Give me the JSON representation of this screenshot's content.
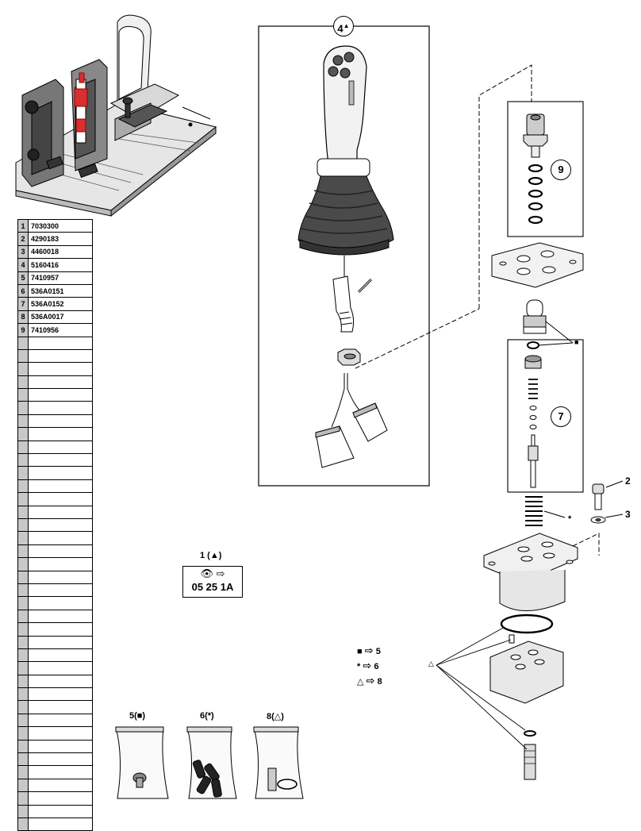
{
  "parts": [
    {
      "num": "1",
      "code": "7030300"
    },
    {
      "num": "2",
      "code": "4290183"
    },
    {
      "num": "3",
      "code": "4460018"
    },
    {
      "num": "4",
      "code": "5160416"
    },
    {
      "num": "5",
      "code": "7410957"
    },
    {
      "num": "6",
      "code": "536A0151"
    },
    {
      "num": "7",
      "code": "536A0152"
    },
    {
      "num": "8",
      "code": "536A0017"
    },
    {
      "num": "9",
      "code": "7410956"
    }
  ],
  "empty_rows": 38,
  "callouts": {
    "c4": "4",
    "c4_mark": "▲",
    "c9": "9",
    "c7": "7",
    "c2": "2",
    "c3": "3",
    "star": "*",
    "square_mark": "■",
    "triangle_mark": "△"
  },
  "sticker": {
    "label": "1 (▲)",
    "icons": "👁 ⇨",
    "code": "05 25 1A"
  },
  "legend": [
    {
      "mark": "■",
      "target": "5"
    },
    {
      "mark": "*",
      "target": "6"
    },
    {
      "mark": "△",
      "target": "8"
    }
  ],
  "bags": [
    {
      "label": "5(■)"
    },
    {
      "label": "6(*)"
    },
    {
      "label": "8(△)"
    }
  ]
}
